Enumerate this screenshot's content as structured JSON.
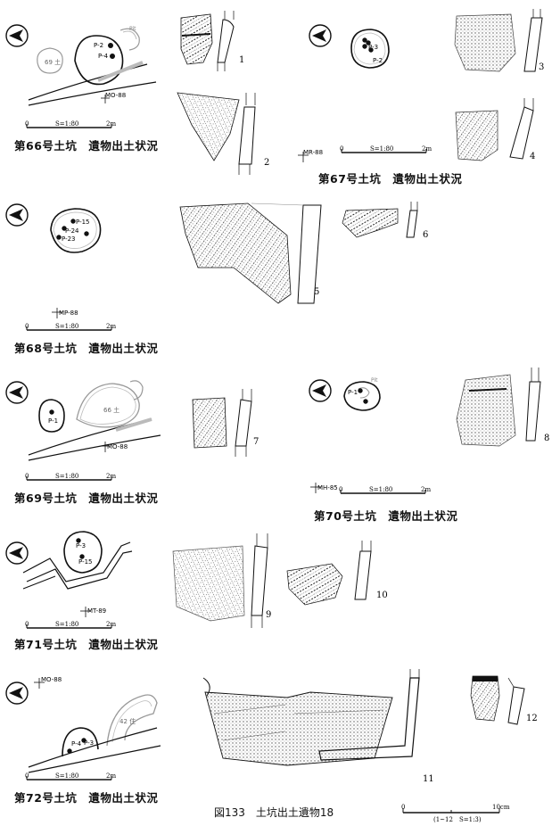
{
  "plans": [
    {
      "id": "pit66",
      "caption": "第66号土坑　遺物出土状況",
      "scale": "S=1:80",
      "scale_start": "0",
      "scale_end": "2m",
      "grid": "MO-88",
      "points": [
        "P-2",
        "P-4"
      ],
      "labels": [
        "Pit",
        "69 土"
      ]
    },
    {
      "id": "pit67",
      "caption": "第67号土坑　遺物出土状況",
      "scale": "S=1:80",
      "scale_start": "0",
      "scale_end": "2m",
      "grid": "MR-88",
      "points": [
        "P-3",
        "P-2"
      ],
      "labels": []
    },
    {
      "id": "pit68",
      "caption": "第68号土坑　遺物出土状況",
      "scale": "S=1:80",
      "scale_start": "0",
      "scale_end": "2m",
      "grid": "MP-88",
      "points": [
        "P-15",
        "P-24",
        "P-23"
      ],
      "labels": []
    },
    {
      "id": "pit69",
      "caption": "第69号土坑　遺物出土状況",
      "scale": "S=1:80",
      "scale_start": "0",
      "scale_end": "2m",
      "grid": "MO-88",
      "points": [
        "P-1"
      ],
      "labels": [
        "66 土"
      ]
    },
    {
      "id": "pit70",
      "caption": "第70号土坑　遺物出土状況",
      "scale": "S=1:80",
      "scale_start": "0",
      "scale_end": "2m",
      "grid": "MH-85",
      "points": [
        "P-1"
      ],
      "labels": [
        "Pit"
      ]
    },
    {
      "id": "pit71",
      "caption": "第71号土坑　遺物出土状況",
      "scale": "S=1:80",
      "scale_start": "0",
      "scale_end": "2m",
      "grid": "MT-89",
      "points": [
        "P-3",
        "P-15"
      ],
      "labels": []
    },
    {
      "id": "pit72",
      "caption": "第72号土坑　遺物出土状況",
      "scale": "S=1:80",
      "scale_start": "0",
      "scale_end": "2m",
      "grid": "MO-88",
      "points": [
        "P-4",
        "P-3"
      ],
      "labels": [
        "42 住"
      ]
    }
  ],
  "artifact_numbers": [
    "1",
    "2",
    "3",
    "4",
    "5",
    "6",
    "7",
    "8",
    "9",
    "10",
    "11",
    "12"
  ],
  "figure": {
    "title": "図133　土坑出土遺物18",
    "scale_start": "0",
    "scale_end": "10cm",
    "scale_note": "(1~12　S=1:3)"
  }
}
